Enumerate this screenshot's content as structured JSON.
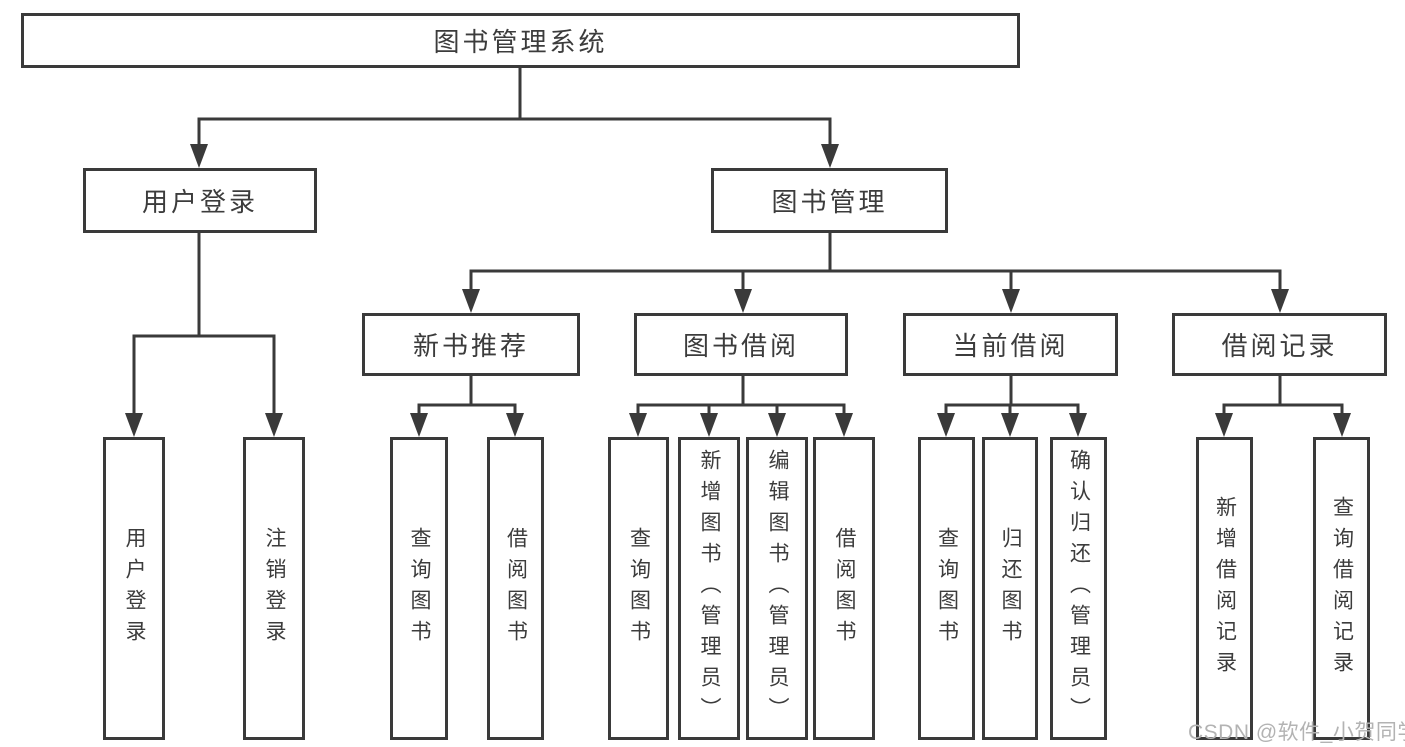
{
  "diagram": {
    "tree": {
      "label": "图书管理系统",
      "children": [
        {
          "label": "用户登录",
          "children": [
            {
              "label": "用户登录"
            },
            {
              "label": "注销登录"
            }
          ]
        },
        {
          "label": "图书管理",
          "children": [
            {
              "label": "新书推荐",
              "children": [
                {
                  "label": "查询图书"
                },
                {
                  "label": "借阅图书"
                }
              ]
            },
            {
              "label": "图书借阅",
              "children": [
                {
                  "label": "查询图书"
                },
                {
                  "label": "新增图书（管理员）"
                },
                {
                  "label": "编辑图书（管理员）"
                },
                {
                  "label": "借阅图书"
                }
              ]
            },
            {
              "label": "当前借阅",
              "children": [
                {
                  "label": "查询图书"
                },
                {
                  "label": "归还图书"
                },
                {
                  "label": "确认归还（管理员）"
                }
              ]
            },
            {
              "label": "借阅记录",
              "children": [
                {
                  "label": "新增借阅记录"
                },
                {
                  "label": "查询借阅记录"
                }
              ]
            }
          ]
        }
      ]
    },
    "colors": {
      "line": "#3a3a3a",
      "text": "#3c3c3c",
      "box_fill": "#ffffff",
      "watermark": "#b3b3b3"
    }
  },
  "watermark": {
    "text": "CSDN @软件_小贺同学"
  }
}
